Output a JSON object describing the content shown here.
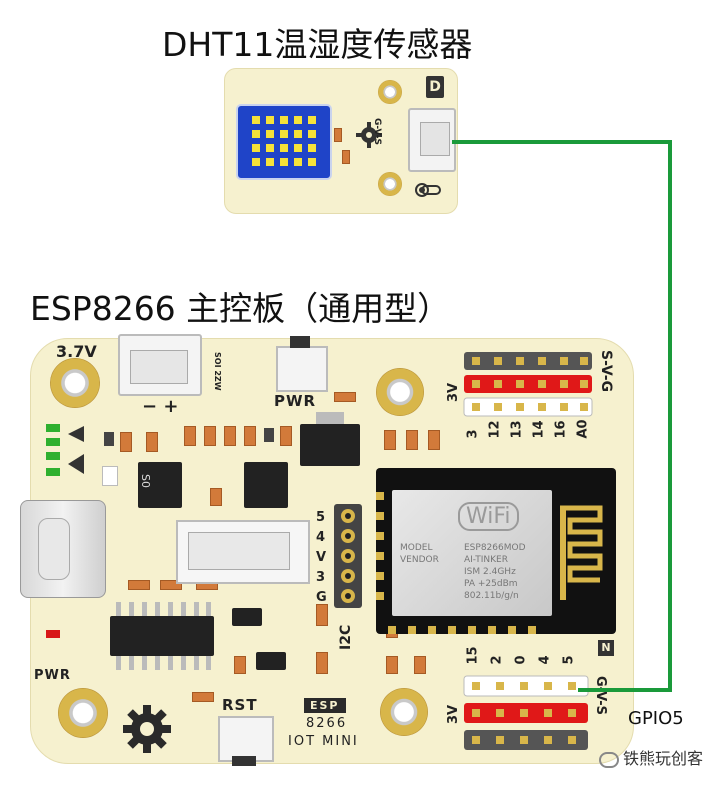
{
  "dht_module": {
    "title": "DHT11温湿度传感器",
    "pin_label": "G-V-S",
    "corner_mark": "D"
  },
  "esp_board": {
    "title": "ESP8266 主控板（通用型）",
    "voltage_label": "3.7V",
    "polarity_label": "− +",
    "chip_label": "SOI 2ZW",
    "pwr_label": "PWR",
    "pwr_led_label": "PWR",
    "rst_label": "RST",
    "esp_badge": "ESP",
    "model_line": "8266",
    "subtitle_line": "IOT MINI",
    "top_header_pins": [
      "3",
      "12",
      "13",
      "14",
      "16",
      "A0"
    ],
    "top_header_labels": "S-V-G",
    "top_header_side": "3V",
    "bottom_header_pins": [
      "15",
      "2",
      "0",
      "4",
      "5"
    ],
    "bottom_header_labels": "G-V-S",
    "bottom_header_side": "3V",
    "i2c_pins": [
      "5",
      "4",
      "V",
      "3",
      "G"
    ],
    "i2c_label": "I2C",
    "chip_sn": "S0",
    "n_mark": "N",
    "wifi_module": {
      "logo": "WiFi",
      "model": "MODEL",
      "vendor": "VENDOR",
      "part": "ESP8266MOD",
      "maker": "AI-TINKER",
      "ism": "ISM",
      "band": "2.4GHz",
      "pa": "PA",
      "power": "+25dBm",
      "std": "802.11b/g/n"
    }
  },
  "connection": {
    "label": "GPIO5",
    "color": "#1a9a3a"
  },
  "watermark": "铁熊玩创客",
  "colors": {
    "board": "#f6f1cf",
    "header_gray": "#555555",
    "header_red": "#e01818",
    "header_white": "#ffffff",
    "wire": "#1a9a3a"
  }
}
